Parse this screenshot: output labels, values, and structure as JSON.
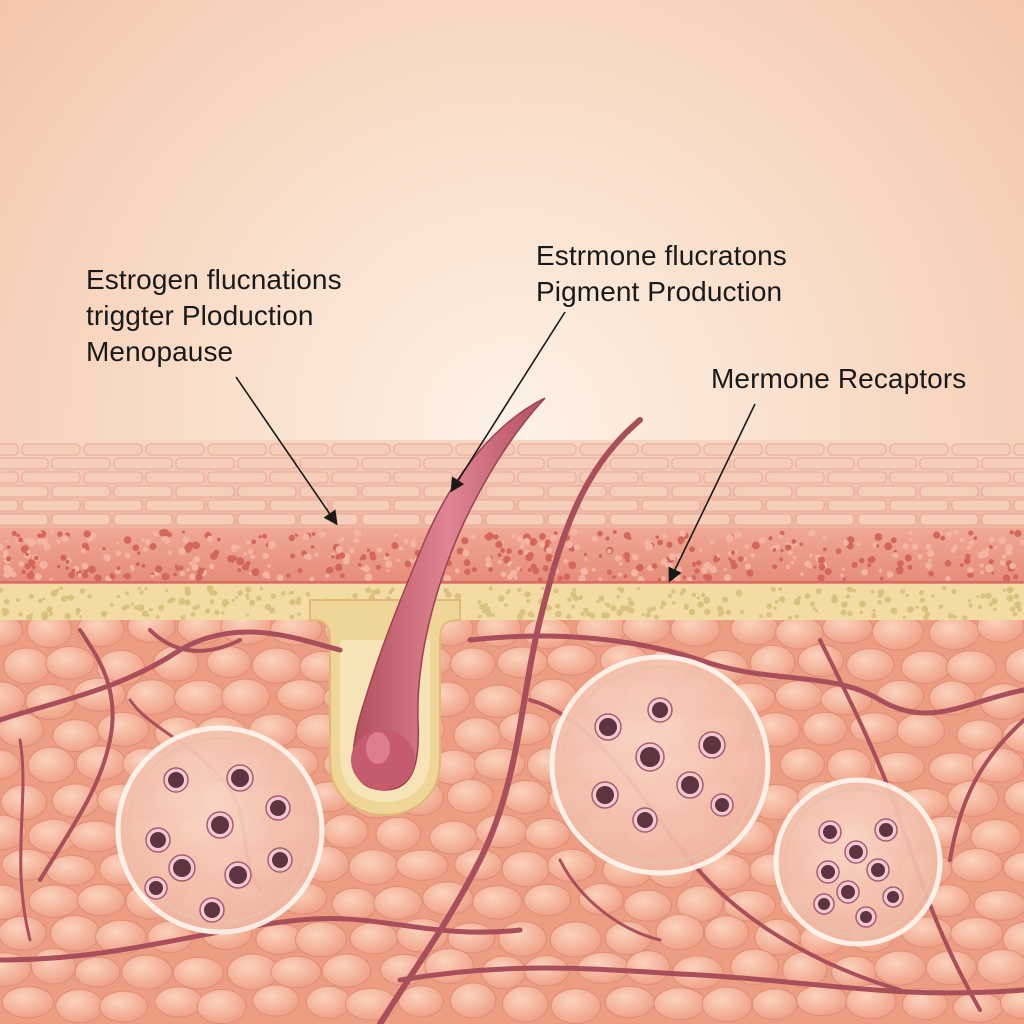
{
  "labels": {
    "left": {
      "lines": [
        "Estrogen flucnations",
        "triggter Ploduction",
        "Menopause"
      ]
    },
    "center": {
      "lines": [
        "Estrmone flucratons",
        "Pigment Production"
      ]
    },
    "right": {
      "lines": [
        "Mermone Recaptors"
      ]
    }
  },
  "colors": {
    "background_top": "#f3c3a6",
    "background_glow": "#fdf1e6",
    "stratum_corneum": "#f0b9a4",
    "epidermis": "#e99582",
    "basement_layer": "#f2dca0",
    "dermis": "#f1a88d",
    "dermis_cell": "#f7b99f",
    "vessel": "#a94f5b",
    "hair": "#c9616e",
    "follicle_sheath": "#f0d79b",
    "melanocyte_nucleus": "#5e3440",
    "arrow": "#1a1a1a"
  }
}
